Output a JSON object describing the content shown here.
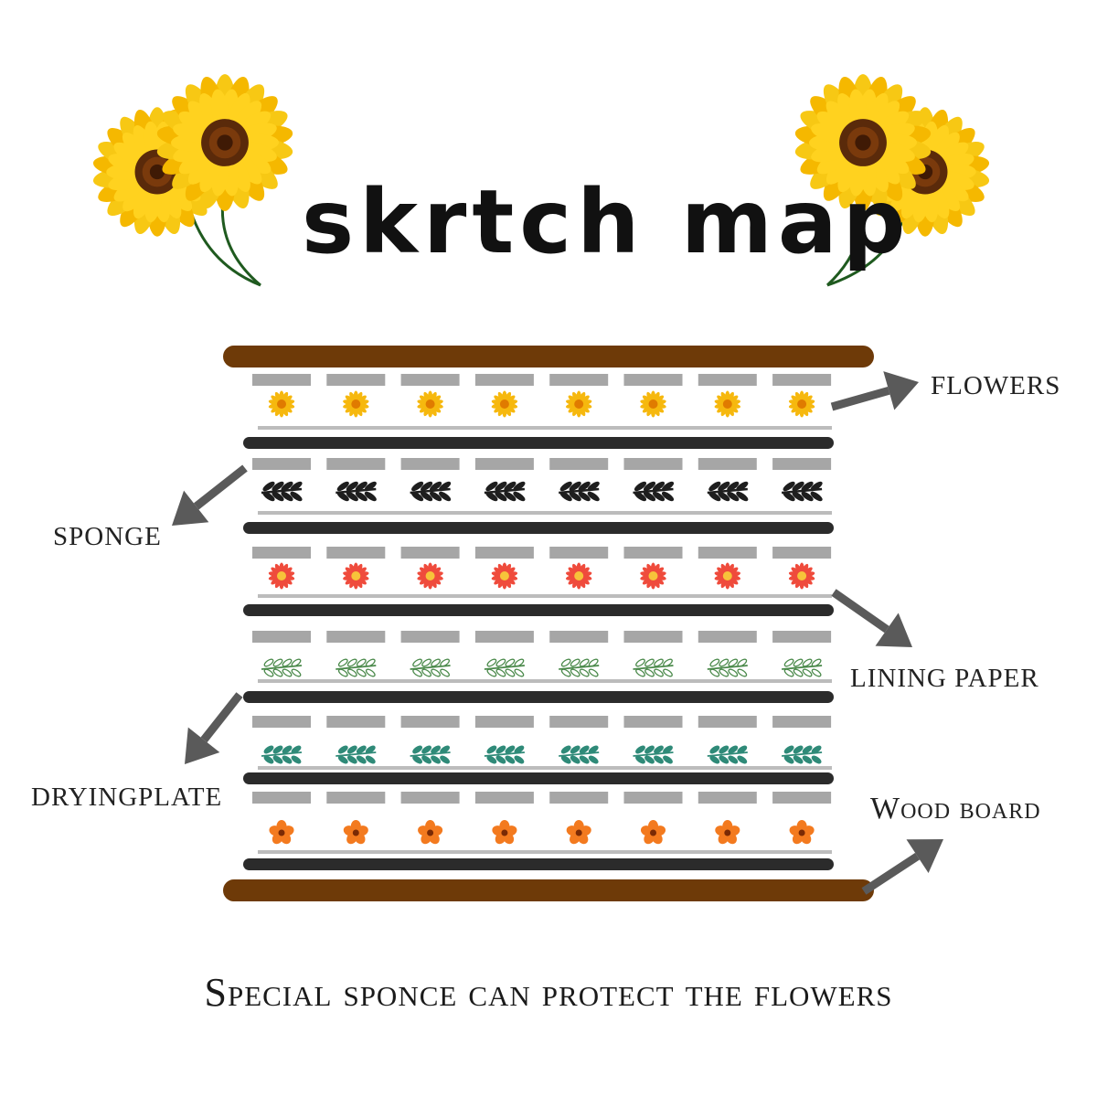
{
  "title": "skrtch map",
  "labels": {
    "flowers": "FLOWERS",
    "sponge": "SPONGE",
    "lining_paper": "LINING PAPER",
    "dryingplate": "DRYINGPLATE",
    "wood_board": "Wood board"
  },
  "caption": "Special sponce can protect the flowers",
  "layer_items": [
    "yellow-daisy",
    "black-leaf",
    "red-flower",
    "green-leaf",
    "teal-leaf",
    "orange-flower"
  ],
  "colors": {
    "wood": "#6e3a08",
    "drying_plate": "#2b2b2b",
    "sponge": "#a6a6a6",
    "lining_paper": "#bcbcbc",
    "arrow": "#5a5a5a",
    "sunflower_petal": "#f7c814",
    "sunflower_center": "#5a2a0a"
  },
  "icons": [
    "sunflower-icon",
    "arrow-icon"
  ]
}
